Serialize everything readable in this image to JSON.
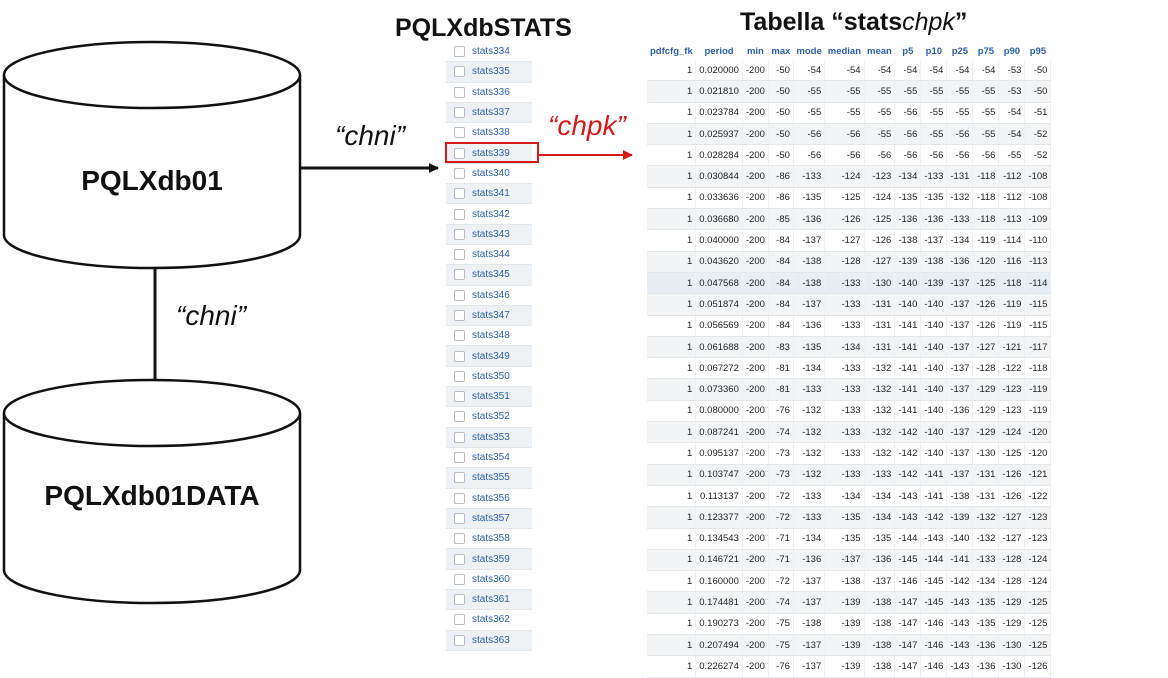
{
  "diagram": {
    "source_db": "PQLXdb01",
    "data_db": "PQLXdb01DATA",
    "stats_db_title": "PQLXdbSTATS",
    "table_title_prefix": "Tabella “stats",
    "table_title_italic": "chpk",
    "table_title_suffix": "”",
    "edge_label_right": "“chni”",
    "edge_label_down": "“chni”",
    "edge_label_red": "“chpk”",
    "colors": {
      "red": "#d41a1a",
      "link": "#2b5fa8"
    }
  },
  "stats_list": [
    "stats334",
    "stats335",
    "stats336",
    "stats337",
    "stats338",
    "stats339",
    "stats340",
    "stats341",
    "stats342",
    "stats343",
    "stats344",
    "stats345",
    "stats346",
    "stats347",
    "stats348",
    "stats349",
    "stats350",
    "stats351",
    "stats352",
    "stats353",
    "stats354",
    "stats355",
    "stats356",
    "stats357",
    "stats358",
    "stats359",
    "stats360",
    "stats361",
    "stats362",
    "stats363"
  ],
  "selected_item": "stats339",
  "table": {
    "columns": [
      "pdfcfg_fk",
      "period",
      "min",
      "max",
      "mode",
      "median",
      "mean",
      "p5",
      "p10",
      "p25",
      "p75",
      "p90",
      "p95"
    ],
    "rows": [
      [
        "1",
        "0.020000",
        "-200",
        "-50",
        "-54",
        "-54",
        "-54",
        "-54",
        "-54",
        "-54",
        "-54",
        "-53",
        "-50"
      ],
      [
        "1",
        "0.021810",
        "-200",
        "-50",
        "-55",
        "-55",
        "-55",
        "-55",
        "-55",
        "-55",
        "-55",
        "-53",
        "-50"
      ],
      [
        "1",
        "0.023784",
        "-200",
        "-50",
        "-55",
        "-55",
        "-55",
        "-56",
        "-55",
        "-55",
        "-55",
        "-54",
        "-51"
      ],
      [
        "1",
        "0.025937",
        "-200",
        "-50",
        "-56",
        "-56",
        "-55",
        "-56",
        "-55",
        "-56",
        "-55",
        "-54",
        "-52"
      ],
      [
        "1",
        "0.028284",
        "-200",
        "-50",
        "-56",
        "-56",
        "-56",
        "-56",
        "-56",
        "-56",
        "-56",
        "-55",
        "-52"
      ],
      [
        "1",
        "0.030844",
        "-200",
        "-86",
        "-133",
        "-124",
        "-123",
        "-134",
        "-133",
        "-131",
        "-118",
        "-112",
        "-108"
      ],
      [
        "1",
        "0.033636",
        "-200",
        "-86",
        "-135",
        "-125",
        "-124",
        "-135",
        "-135",
        "-132",
        "-118",
        "-112",
        "-108"
      ],
      [
        "1",
        "0.036680",
        "-200",
        "-85",
        "-136",
        "-126",
        "-125",
        "-136",
        "-136",
        "-133",
        "-118",
        "-113",
        "-109"
      ],
      [
        "1",
        "0.040000",
        "-200",
        "-84",
        "-137",
        "-127",
        "-126",
        "-138",
        "-137",
        "-134",
        "-119",
        "-114",
        "-110"
      ],
      [
        "1",
        "0.043620",
        "-200",
        "-84",
        "-138",
        "-128",
        "-127",
        "-139",
        "-138",
        "-136",
        "-120",
        "-116",
        "-113"
      ],
      [
        "1",
        "0.047568",
        "-200",
        "-84",
        "-138",
        "-133",
        "-130",
        "-140",
        "-139",
        "-137",
        "-125",
        "-118",
        "-114"
      ],
      [
        "1",
        "0.051874",
        "-200",
        "-84",
        "-137",
        "-133",
        "-131",
        "-140",
        "-140",
        "-137",
        "-126",
        "-119",
        "-115"
      ],
      [
        "1",
        "0.056569",
        "-200",
        "-84",
        "-136",
        "-133",
        "-131",
        "-141",
        "-140",
        "-137",
        "-126",
        "-119",
        "-115"
      ],
      [
        "1",
        "0.061688",
        "-200",
        "-83",
        "-135",
        "-134",
        "-131",
        "-141",
        "-140",
        "-137",
        "-127",
        "-121",
        "-117"
      ],
      [
        "1",
        "0.067272",
        "-200",
        "-81",
        "-134",
        "-133",
        "-132",
        "-141",
        "-140",
        "-137",
        "-128",
        "-122",
        "-118"
      ],
      [
        "1",
        "0.073360",
        "-200",
        "-81",
        "-133",
        "-133",
        "-132",
        "-141",
        "-140",
        "-137",
        "-129",
        "-123",
        "-119"
      ],
      [
        "1",
        "0.080000",
        "-200",
        "-76",
        "-132",
        "-133",
        "-132",
        "-141",
        "-140",
        "-136",
        "-129",
        "-123",
        "-119"
      ],
      [
        "1",
        "0.087241",
        "-200",
        "-74",
        "-132",
        "-133",
        "-132",
        "-142",
        "-140",
        "-137",
        "-129",
        "-124",
        "-120"
      ],
      [
        "1",
        "0.095137",
        "-200",
        "-73",
        "-132",
        "-133",
        "-132",
        "-142",
        "-140",
        "-137",
        "-130",
        "-125",
        "-120"
      ],
      [
        "1",
        "0.103747",
        "-200",
        "-73",
        "-132",
        "-133",
        "-133",
        "-142",
        "-141",
        "-137",
        "-131",
        "-126",
        "-121"
      ],
      [
        "1",
        "0.113137",
        "-200",
        "-72",
        "-133",
        "-134",
        "-134",
        "-143",
        "-141",
        "-138",
        "-131",
        "-126",
        "-122"
      ],
      [
        "1",
        "0.123377",
        "-200",
        "-72",
        "-133",
        "-135",
        "-134",
        "-143",
        "-142",
        "-139",
        "-132",
        "-127",
        "-123"
      ],
      [
        "1",
        "0.134543",
        "-200",
        "-71",
        "-134",
        "-135",
        "-135",
        "-144",
        "-143",
        "-140",
        "-132",
        "-127",
        "-123"
      ],
      [
        "1",
        "0.146721",
        "-200",
        "-71",
        "-136",
        "-137",
        "-136",
        "-145",
        "-144",
        "-141",
        "-133",
        "-128",
        "-124"
      ],
      [
        "1",
        "0.160000",
        "-200",
        "-72",
        "-137",
        "-138",
        "-137",
        "-146",
        "-145",
        "-142",
        "-134",
        "-128",
        "-124"
      ],
      [
        "1",
        "0.174481",
        "-200",
        "-74",
        "-137",
        "-139",
        "-138",
        "-147",
        "-145",
        "-143",
        "-135",
        "-129",
        "-125"
      ],
      [
        "1",
        "0.190273",
        "-200",
        "-75",
        "-138",
        "-139",
        "-138",
        "-147",
        "-146",
        "-143",
        "-135",
        "-129",
        "-125"
      ],
      [
        "1",
        "0.207494",
        "-200",
        "-75",
        "-137",
        "-139",
        "-138",
        "-147",
        "-146",
        "-143",
        "-136",
        "-130",
        "-125"
      ],
      [
        "1",
        "0.226274",
        "-200",
        "-76",
        "-137",
        "-139",
        "-138",
        "-147",
        "-146",
        "-143",
        "-136",
        "-130",
        "-126"
      ]
    ]
  }
}
